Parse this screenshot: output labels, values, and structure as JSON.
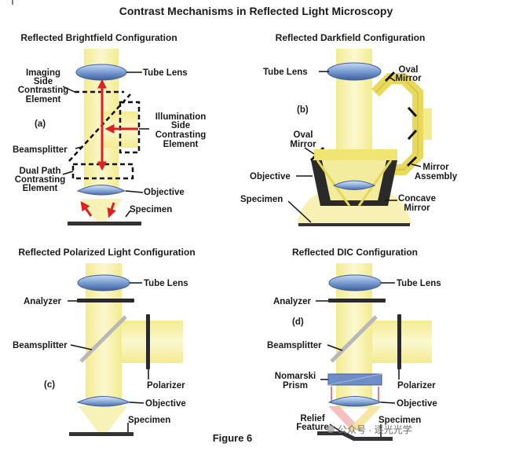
{
  "title": "Contrast Mechanisms in Reflected Light Microscopy",
  "figure_caption": "Figure 6",
  "watermark": "公众号 · 逐光光学",
  "colors": {
    "beam": "#f7f2a8",
    "beam_edge": "#e9e07a",
    "lens_blue": "#7fa2d6",
    "lens_dark": "#3d5f9e",
    "arrow_red": "#e02020",
    "stage": "#333333",
    "mirror_yellow": "#e8d95a"
  },
  "panels": {
    "a": {
      "title": "Reflected Brightfield Configuration",
      "tag": "(a)",
      "labels": {
        "tube_lens": "Tube Lens",
        "imaging": [
          "Imaging",
          "Side",
          "Contrasting",
          "Element"
        ],
        "illumination": [
          "Illumination",
          "Side",
          "Contrasting",
          "Element"
        ],
        "beamsplitter": "Beamsplitter",
        "dual_path": [
          "Dual Path",
          "Contrasting",
          "Element"
        ],
        "objective": "Objective",
        "specimen": "Specimen"
      }
    },
    "b": {
      "title": "Reflected Darkfield Configuration",
      "tag": "(b)",
      "labels": {
        "tube_lens": "Tube Lens",
        "oval_mirror_top": [
          "Oval",
          "Mirror"
        ],
        "oval_mirror_left": [
          "Oval",
          "Mirror"
        ],
        "objective": "Objective",
        "mirror_assembly": [
          "Mirror",
          "Assembly"
        ],
        "specimen": "Specimen",
        "concave_mirror": [
          "Concave",
          "Mirror"
        ]
      }
    },
    "c": {
      "title": "Reflected Polarized Light Configuration",
      "tag": "(c)",
      "labels": {
        "tube_lens": "Tube Lens",
        "analyzer": "Analyzer",
        "beamsplitter": "Beamsplitter",
        "polarizer": "Polarizer",
        "objective": "Objective",
        "specimen": "Specimen"
      }
    },
    "d": {
      "title": "Reflected DIC Configuration",
      "tag": "(d)",
      "labels": {
        "tube_lens": "Tube Lens",
        "analyzer": "Analyzer",
        "beamsplitter": "Beamsplitter",
        "nomarski": [
          "Nomarski",
          "Prism"
        ],
        "polarizer": "Polarizer",
        "objective": "Objective",
        "relief": [
          "Relief",
          "Feature"
        ],
        "specimen": "Specimen"
      }
    }
  }
}
